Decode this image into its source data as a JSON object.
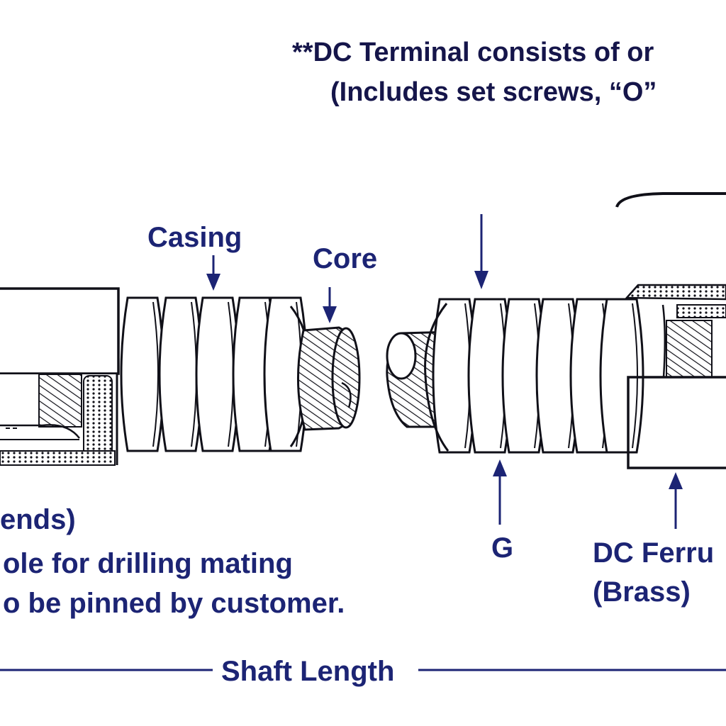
{
  "colors": {
    "label_blue": "#1c2474",
    "note_navy": "#15154a",
    "ink": "#101018",
    "paper": "#ffffff"
  },
  "header_note": {
    "line1": "**DC Terminal consists of or",
    "line2": "(Includes set screws, “O”"
  },
  "labels": {
    "casing": "Casing",
    "core": "Core",
    "g": "G",
    "dc_ferrule_line1": "DC Ferru",
    "dc_ferrule_line2": "(Brass)",
    "left_note_line1": "ends)",
    "left_note_line2": "ole for drilling mating",
    "left_note_line3": "o be pinned by customer.",
    "shaft_length": "Shaft Length"
  }
}
